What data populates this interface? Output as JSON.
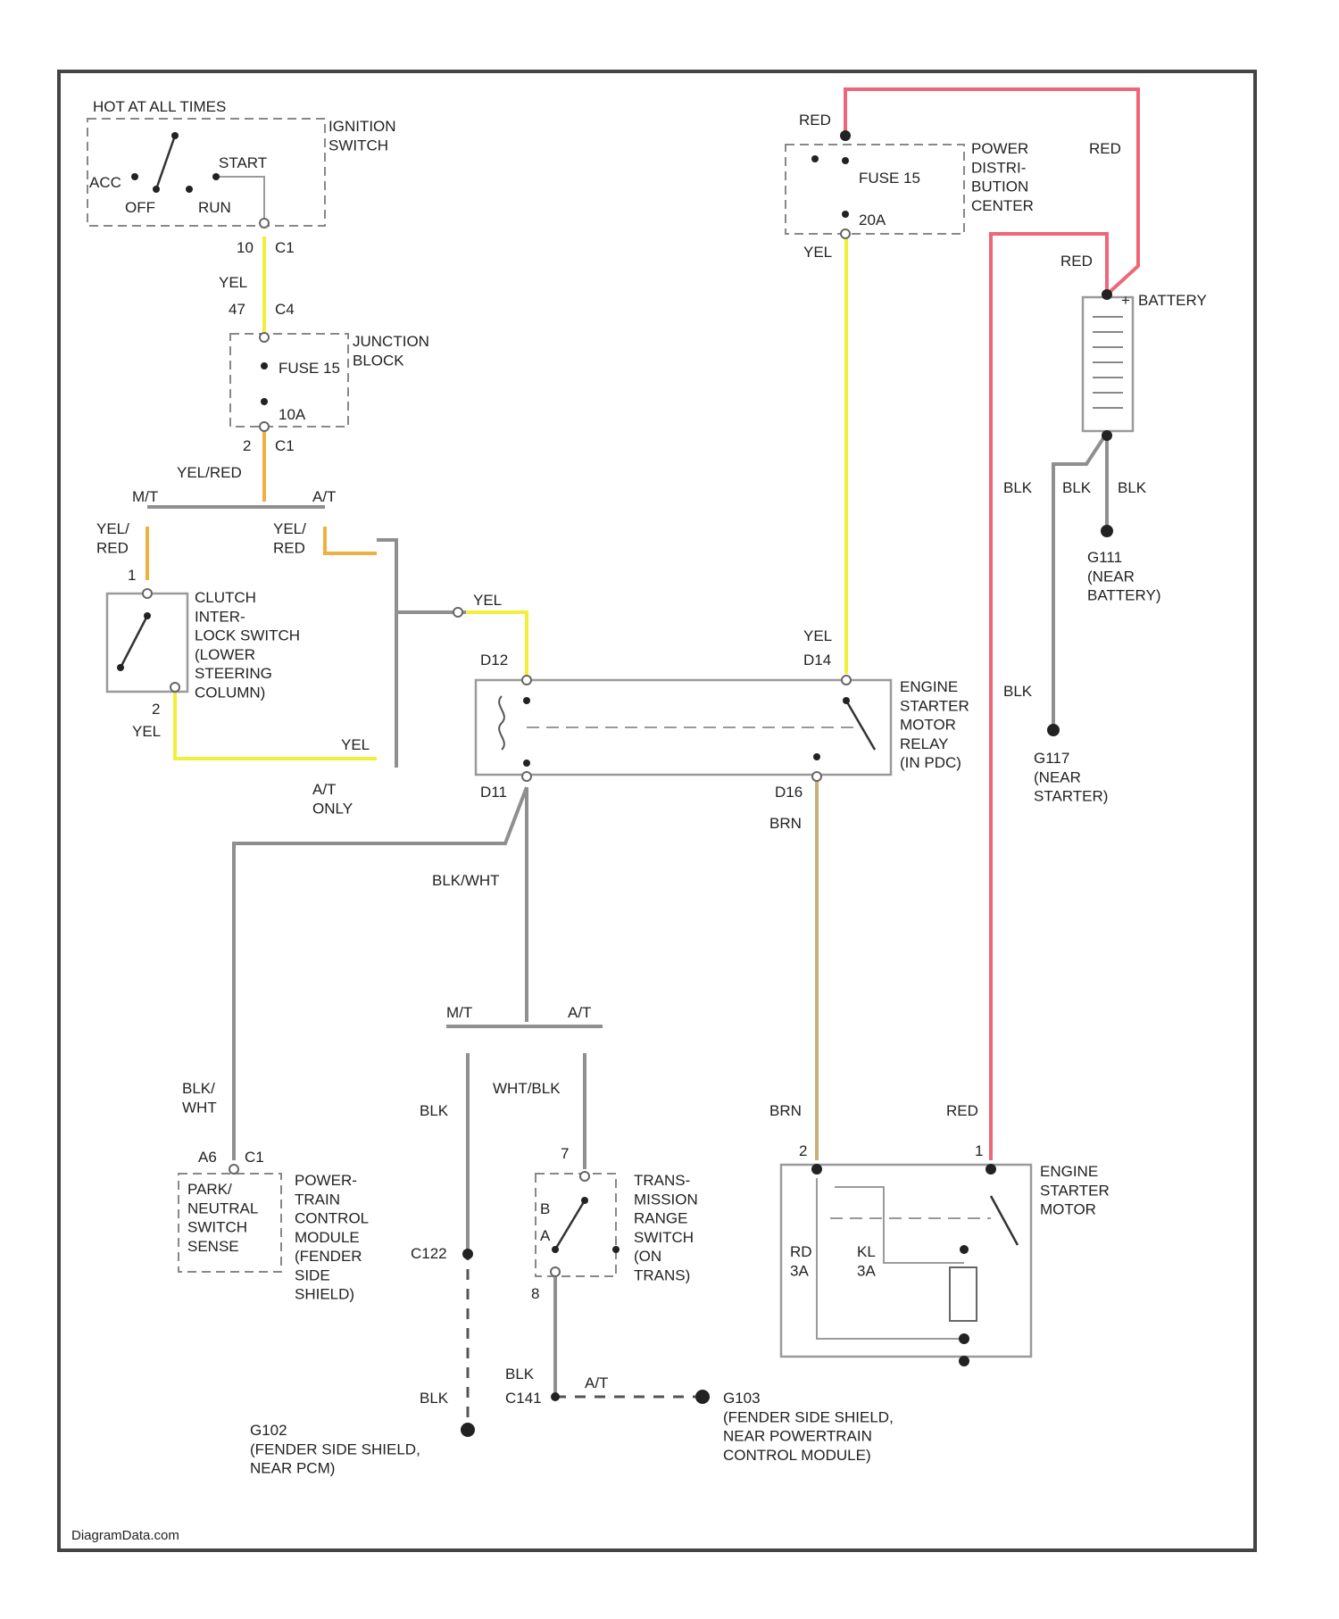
{
  "colors": {
    "yel": "#f2ef3a",
    "red": "#ee6677",
    "orange": "#f0b040",
    "brn": "#c7b07a",
    "gray": "#8f8f8f"
  },
  "ignition": {
    "hot_label": "HOT AT ALL TIMES",
    "name": "IGNITION\nSWITCH",
    "acc": "ACC",
    "off": "OFF",
    "run": "RUN",
    "start": "START"
  },
  "junction": {
    "name": "JUNCTION\nBLOCK",
    "fuse": "FUSE 15",
    "amps": "10A"
  },
  "pdc": {
    "name": "POWER\nDISTRI-\nBUTION\nCENTER",
    "fuse": "FUSE 15",
    "amps": "20A"
  },
  "battery": {
    "name": "BATTERY"
  },
  "clutch": {
    "name": "CLUTCH\nINTER-\nLOCK SWITCH\n(LOWER\nSTEERING\nCOLUMN)"
  },
  "relay": {
    "name": "ENGINE\nSTARTER\nMOTOR\nRELAY\n(IN PDC)"
  },
  "starter": {
    "name": "ENGINE\nSTARTER\nMOTOR",
    "pin_a": "RD\n3A",
    "pin_b": "KL\n3A"
  },
  "pnp": {
    "name": "PARK/\nNEUTRAL\nSWITCH\nSENSE",
    "module": "POWER-\nTRAIN\nCONTROL\nMODULE\n(FENDER\nSIDE\nSHIELD)"
  },
  "trs": {
    "name": "TRANS-\nMISSION\nRANGE\nSWITCH\n(ON\nTRANS)"
  },
  "grounds": {
    "g111": "G111\n(NEAR\nBATTERY)",
    "g117": "G117\n(NEAR\nSTARTER)",
    "g102": "G102\n(FENDER SIDE SHIELD,\nNEAR PCM)",
    "g103": "G103\n(FENDER SIDE SHIELD,\nNEAR POWERTRAIN\nCONTROL MODULE)"
  },
  "labels": {
    "c1": "C1",
    "c4": "C4",
    "pin10": "10",
    "pin47": "47",
    "pin2": "2",
    "pin1": "1",
    "pin7": "7",
    "pin8": "8",
    "pin_a6": "A6",
    "pin_b": "B",
    "pin_a": "A",
    "yel": "YEL",
    "red": "RED",
    "blk": "BLK",
    "brn": "BRN",
    "yel_red": "YEL/RED",
    "yel_red_stack": "YEL/\nRED",
    "blk_wht": "BLK/WHT",
    "blk_wht_stack": "BLK/\nWHT",
    "wht_blk": "WHT/BLK",
    "mt": "M/T",
    "at": "A/T",
    "at_only": "A/T\nONLY",
    "d12": "D12",
    "d11": "D11",
    "d14": "D14",
    "d16": "D16",
    "c122": "C122",
    "c141": "C141",
    "at_tag": "A/T",
    "plus": "+"
  },
  "footer": {
    "source": "DiagramData.com"
  }
}
